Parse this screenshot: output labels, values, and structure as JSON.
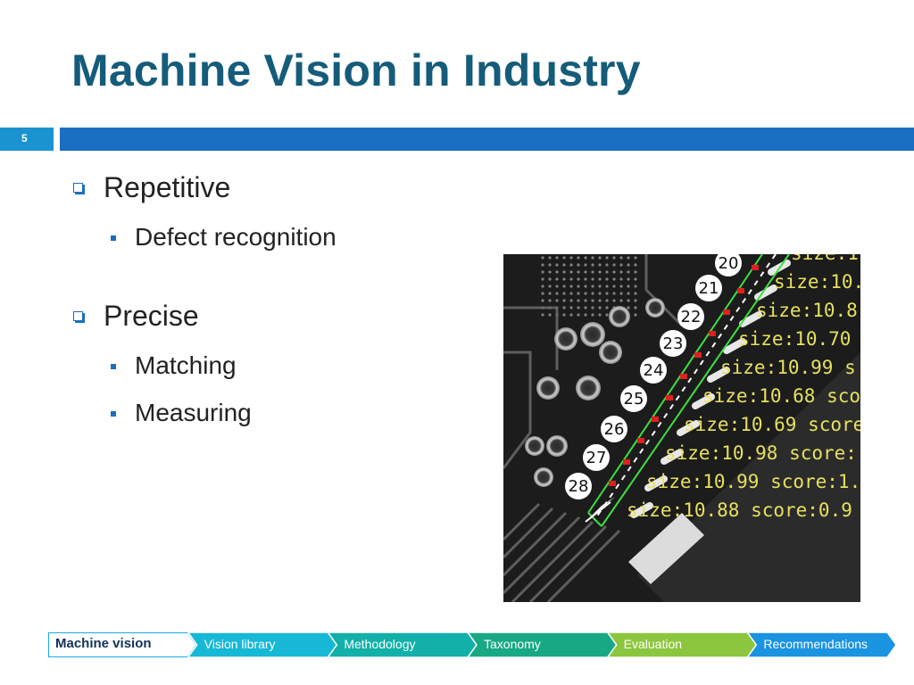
{
  "slide": {
    "title": "Machine Vision in Industry",
    "number": "5"
  },
  "bullets": [
    {
      "text": "Repetitive",
      "children": [
        "Defect recognition"
      ]
    },
    {
      "text": "Precise",
      "children": [
        "Matching",
        "Measuring"
      ]
    }
  ],
  "image": {
    "description_labels": {
      "pin_numbers": [
        "20",
        "21",
        "22",
        "23",
        "24",
        "25",
        "26",
        "27",
        "28"
      ],
      "measurements": [
        "size:1",
        "size:10.",
        "size:10.8",
        "size:10.70",
        "size:10.99 s",
        "size:10.68 sco",
        "size:10.69 score",
        "size:10.98 score:",
        "size:10.99 score:1.",
        "size:10.88 score:0.9"
      ]
    },
    "colors": {
      "overlay_text": "#e6e060",
      "match_box": "#3ee03e",
      "marker": "#e02020"
    }
  },
  "nav": {
    "items": [
      {
        "label": "Machine vision",
        "color": "#1aa9e0",
        "active": true
      },
      {
        "label": "Vision library",
        "color": "#16b8d6",
        "active": false
      },
      {
        "label": "Methodology",
        "color": "#12b0a8",
        "active": false
      },
      {
        "label": "Taxonomy",
        "color": "#19a884",
        "active": false
      },
      {
        "label": "Evaluation",
        "color": "#8cc63e",
        "active": false
      },
      {
        "label": "Recommendations",
        "color": "#1a93e0",
        "active": false
      }
    ]
  }
}
